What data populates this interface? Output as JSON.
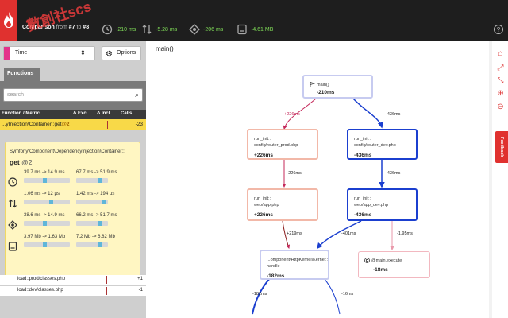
{
  "header": {
    "title": "Comparison",
    "from_label": "from",
    "from_id": "#7",
    "to_label": "to",
    "to_id": "#8",
    "metrics": [
      {
        "icon": "clock-icon",
        "value": "-210 ms"
      },
      {
        "icon": "arrows-updown-icon",
        "value": "-5.28 ms"
      },
      {
        "icon": "chip-icon",
        "value": "-206 ms"
      },
      {
        "icon": "memory-icon",
        "value": "-4.61 MB"
      }
    ],
    "help": "?"
  },
  "watermark": "數創社scs",
  "sidebar": {
    "dimension": "Time",
    "options_label": "Options",
    "tab_label": "Functions",
    "search_placeholder": "search",
    "columns": [
      "Function / Metric",
      "Δ Excl.",
      "Δ Incl.",
      "Calls"
    ],
    "highlight_row": {
      "prefix": "...yInjection\\Container::get",
      "suffix": "@2",
      "calls": "-23"
    },
    "tooltip": {
      "namespace": "Symfony\\Component\\DependencyInjection\\Container::",
      "func": "get",
      "instance": "@2",
      "rows": [
        {
          "icon": "clock-icon",
          "excl": "39.7 ms -> 14.9 ms",
          "incl": "67.7 ms -> 51.9 ms"
        },
        {
          "icon": "arrows-updown-icon",
          "excl": "1.06 ms -> 12 µs",
          "incl": "1.42 ms -> 194 µs"
        },
        {
          "icon": "chip-icon",
          "excl": "38.6 ms -> 14.9 ms",
          "incl": "66.2 ms -> 51.7 ms"
        },
        {
          "icon": "memory-icon",
          "excl": "3.97 Mb -> 1.63 Mb",
          "incl": "7.2 Mb -> 6.82 Mb"
        }
      ]
    },
    "list_rows": [
      {
        "name": "load::prod/classes.php",
        "calls": "+1"
      },
      {
        "name": "load::dev/classes.php",
        "calls": "-1"
      }
    ]
  },
  "graph": {
    "title": "main()",
    "nodes": {
      "main": {
        "a": "main()",
        "c": "-210ms"
      },
      "rprod": {
        "a": "run_init::",
        "b": "config/router_prod.php",
        "c": "+226ms"
      },
      "rdev": {
        "a": "run_init::",
        "b": "config/router_dev.php",
        "c": "-436ms"
      },
      "aprod": {
        "a": "run_init::",
        "b": "web/app.php",
        "c": "+226ms"
      },
      "adev": {
        "a": "run_init::",
        "b": "web/app_dev.php",
        "c": "-436ms"
      },
      "kernel": {
        "a": "...omponent\\HttpKernel\\Kernel::",
        "b": "handle",
        "c": "-182ms"
      },
      "exec": {
        "a": "@main.execute",
        "c": "-18ms"
      }
    },
    "edges": {
      "e1": "+226ms",
      "e2": "-436ms",
      "e3": "+226ms",
      "e4": "-436ms",
      "e5": "+219ms",
      "e6": "-401ms",
      "e7": "-1.95ms",
      "e8": "-182ms",
      "e9": "-16ms"
    }
  },
  "feedback_label": "Feedback"
}
